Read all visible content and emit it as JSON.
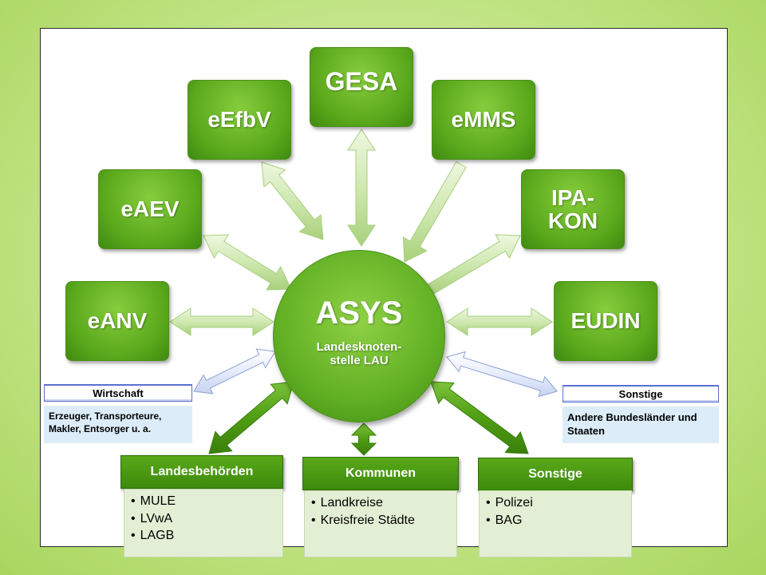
{
  "center": {
    "title": "ASYS",
    "subtitle": "Landesknoten-\nstelle LAU"
  },
  "nodes": {
    "eanv": "eANV",
    "eaev": "eAEV",
    "eefbv": "eEfbV",
    "gesa": "GESA",
    "emms": "eMMS",
    "ipakon": "IPA-\nKON",
    "eudin": "EUDIN"
  },
  "wirtschaft": {
    "header": "Wirtschaft",
    "text": "Erzeuger, Transporteure, Makler, Entsorger u. a."
  },
  "sonstige_right": {
    "header": "Sonstige",
    "text": "Andere Bundesländer und Staaten"
  },
  "groups": [
    {
      "header": "Landesbehörden",
      "items": [
        "MULE",
        "LVwA",
        "LAGB"
      ]
    },
    {
      "header": "Kommunen",
      "items": [
        "Landkreise",
        "Kreisfreie Städte"
      ]
    },
    {
      "header": "Sonstige",
      "items": [
        "Polizei",
        "BAG"
      ]
    }
  ],
  "colors": {
    "node_green": "#5aa81c",
    "arrow_light": "#d3ebb4",
    "arrow_dark": "#4a9a12",
    "arrow_blue": "#e3e9fb",
    "header_blue_border": "#5b6fd0",
    "desc_blue_fill": "#dcedf9",
    "group_box_fill": "#e2efd4"
  }
}
